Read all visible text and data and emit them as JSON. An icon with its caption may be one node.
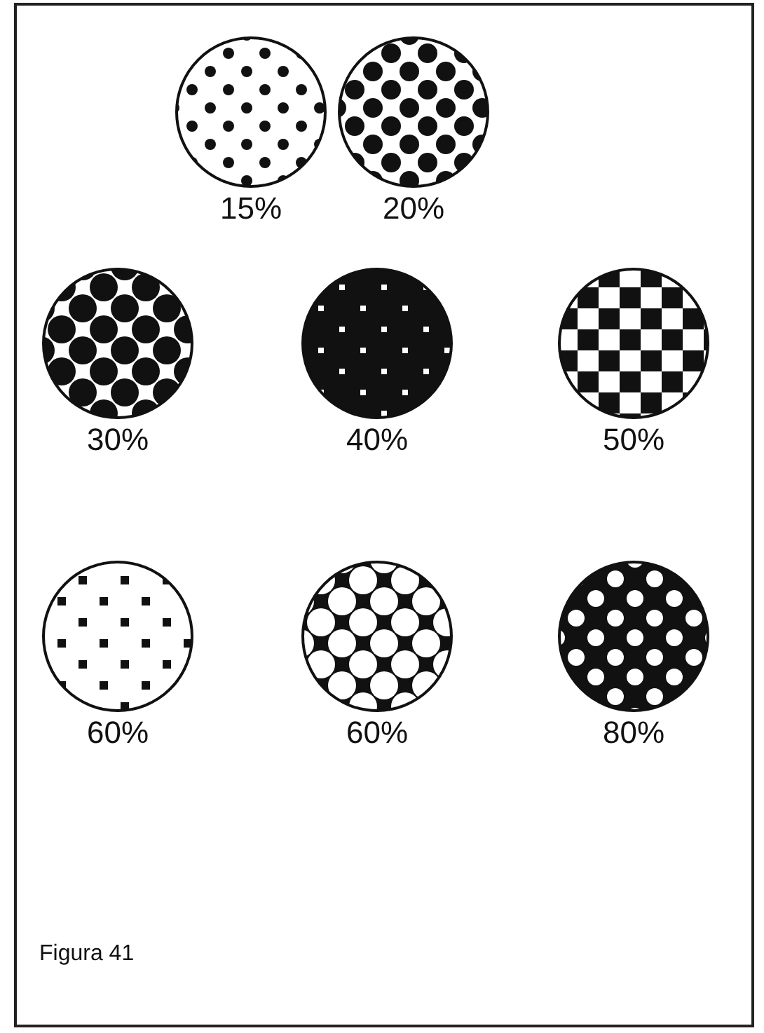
{
  "diagram": {
    "caption": "Figura 41",
    "labels": [
      "15%",
      "20%",
      "30%",
      "40%",
      "50%",
      "60%",
      "60%",
      "80%"
    ]
  }
}
